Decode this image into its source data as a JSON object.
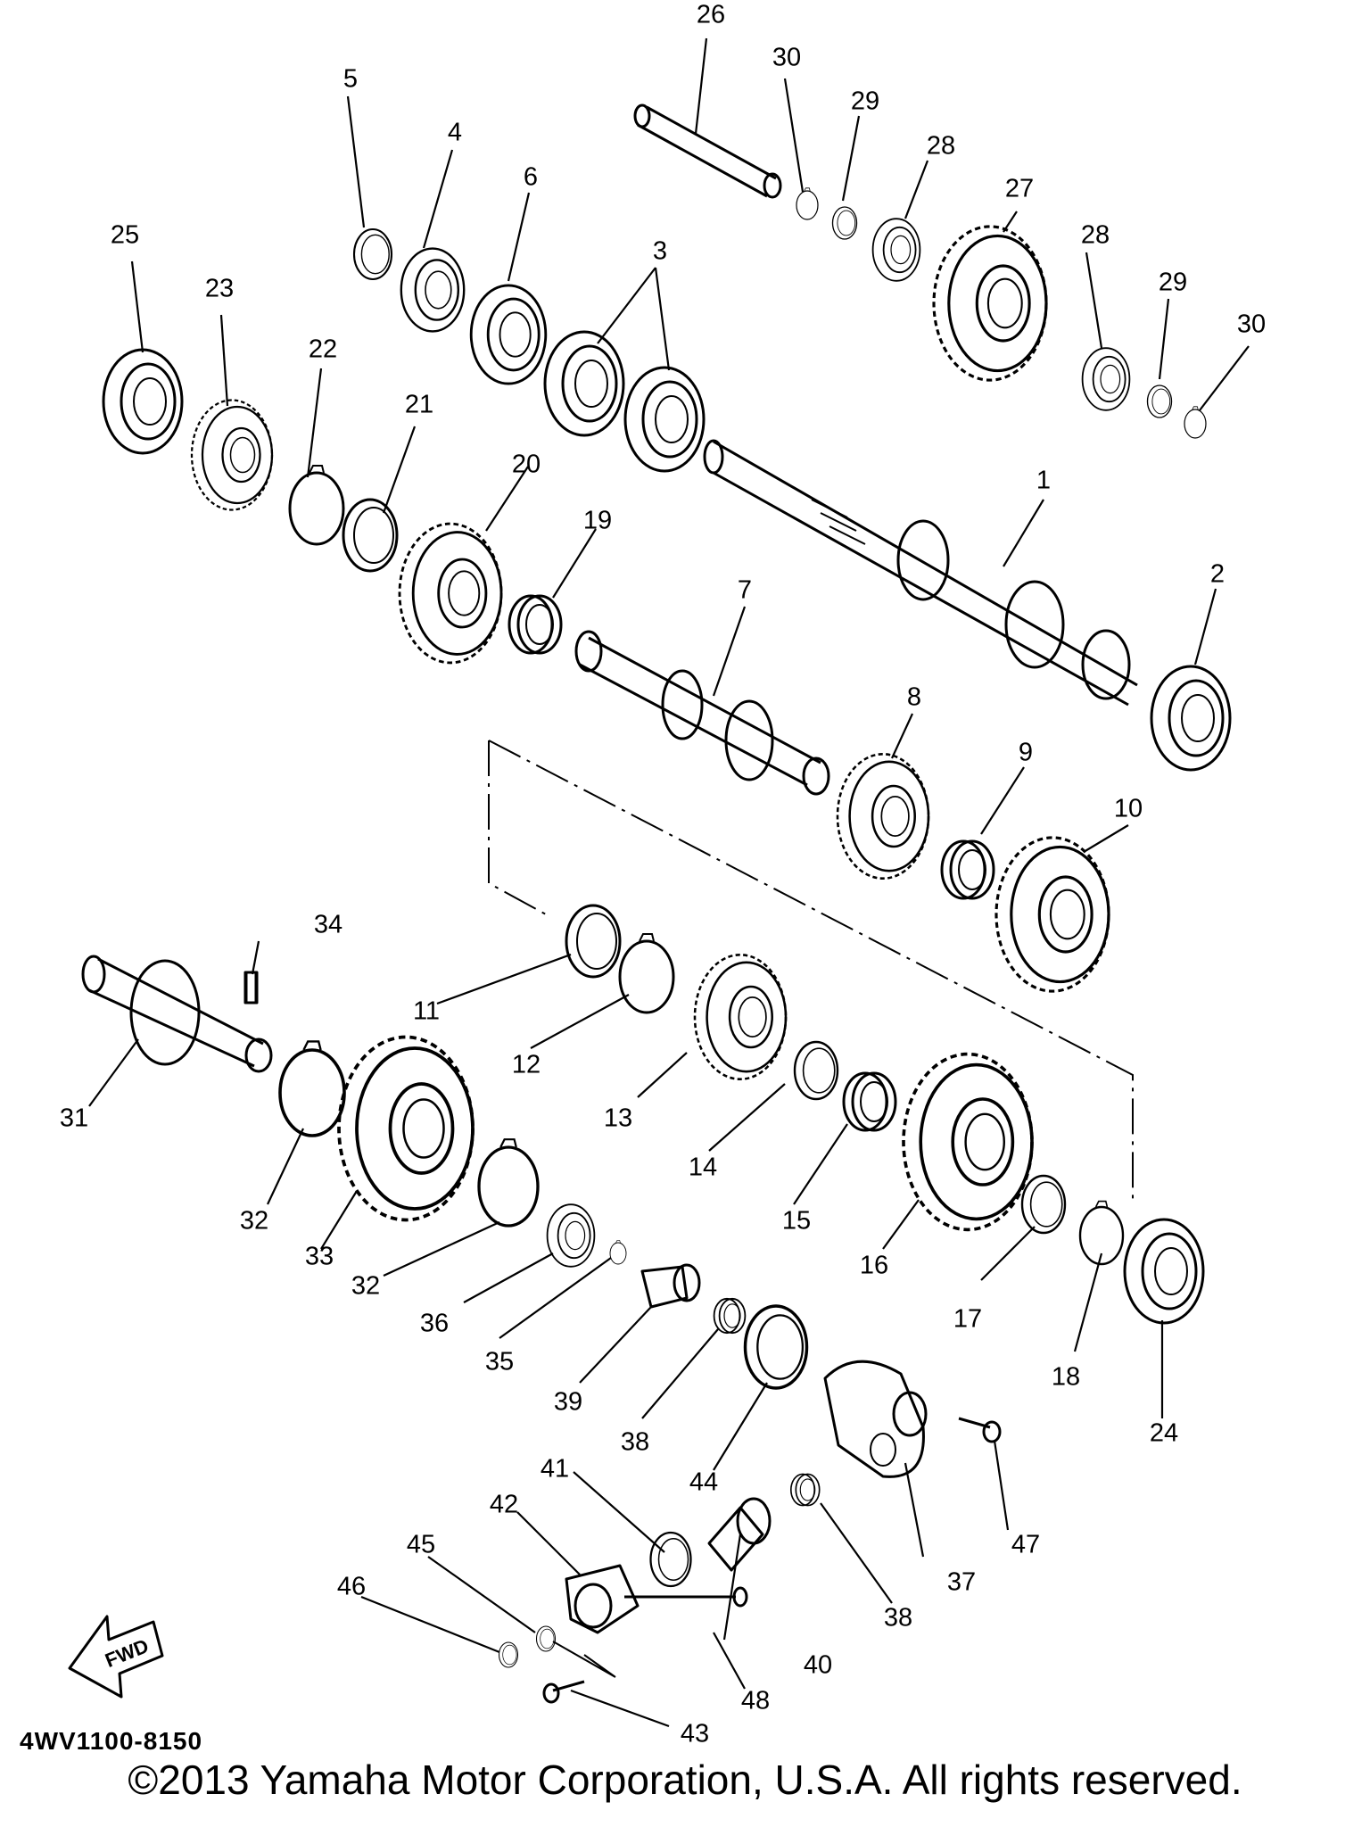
{
  "diagram": {
    "drawing_code": "4WV1100-8150",
    "copyright": "©2013 Yamaha Motor Corporation, U.S.A. All rights reserved.",
    "fwd_label": "FWD",
    "callouts": [
      "1",
      "2",
      "3",
      "4",
      "5",
      "6",
      "7",
      "8",
      "9",
      "10",
      "11",
      "12",
      "13",
      "14",
      "15",
      "16",
      "17",
      "18",
      "19",
      "20",
      "21",
      "22",
      "23",
      "24",
      "25",
      "26",
      "27",
      "28",
      "29",
      "30",
      "31",
      "32",
      "33",
      "34",
      "35",
      "36",
      "37",
      "38",
      "39",
      "40",
      "41",
      "42",
      "43",
      "44",
      "45",
      "46",
      "47",
      "48"
    ]
  }
}
